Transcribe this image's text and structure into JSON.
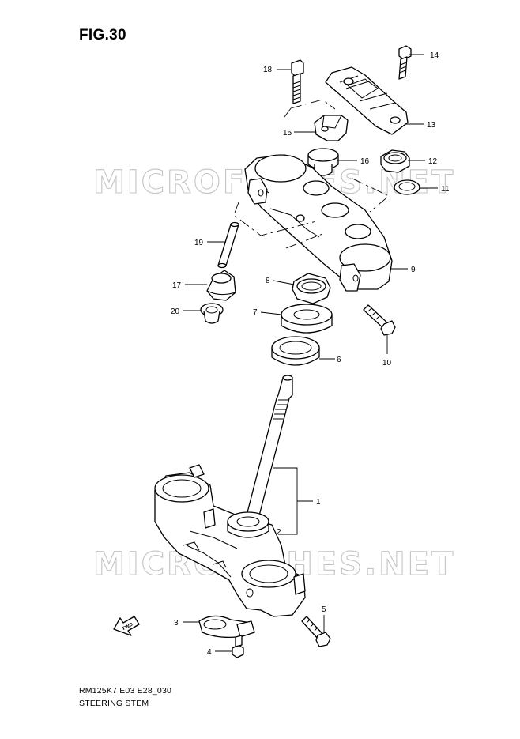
{
  "figure_title": "FIG.30",
  "caption_code": "RM125K7 E03 E28_030",
  "caption_name": "STEERING STEM",
  "watermark_text": "MICROFICHES.NET",
  "fwd_label": "FWD",
  "callouts": {
    "c1": "1",
    "c2": "2",
    "c3": "3",
    "c4": "4",
    "c5": "5",
    "c6": "6",
    "c7": "7",
    "c8": "8",
    "c9": "9",
    "c10": "10",
    "c11": "11",
    "c12": "12",
    "c13": "13",
    "c14": "14",
    "c15": "15",
    "c16": "16",
    "c17": "17",
    "c18": "18",
    "c19": "19",
    "c20": "20"
  }
}
